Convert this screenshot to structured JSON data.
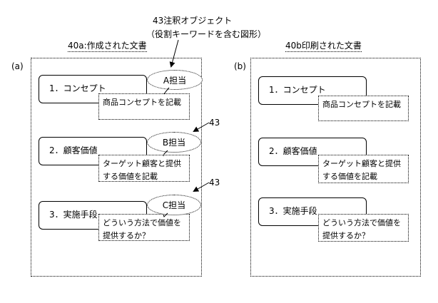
{
  "annotation_label": {
    "line1": "43注釈オブジェクト",
    "line2": "（役割キーワードを含む図形）"
  },
  "ref_43": "43",
  "panel_a": {
    "tag": "(a)",
    "title": "40a:作成された文書",
    "sections": [
      {
        "heading": "1．コンセプト",
        "note": "商品コンセプトを記載",
        "role": "A担当"
      },
      {
        "heading": "2．顧客価値",
        "note": "ターゲット顧客と提供する価値を記載",
        "role": "B担当"
      },
      {
        "heading": "3．実施手段",
        "note": "どういう方法で価値を提供するか？",
        "role": "C担当"
      }
    ]
  },
  "panel_b": {
    "tag": "(b)",
    "title": "40b印刷された文書",
    "sections": [
      {
        "heading": "1．コンセプト",
        "note": "商品コンセプトを記載"
      },
      {
        "heading": "2．顧客価値",
        "note": "ターゲット顧客と提供する価値を記載"
      },
      {
        "heading": "3．実施手段",
        "note": "どういう方法で価値を提供するか？"
      }
    ]
  }
}
